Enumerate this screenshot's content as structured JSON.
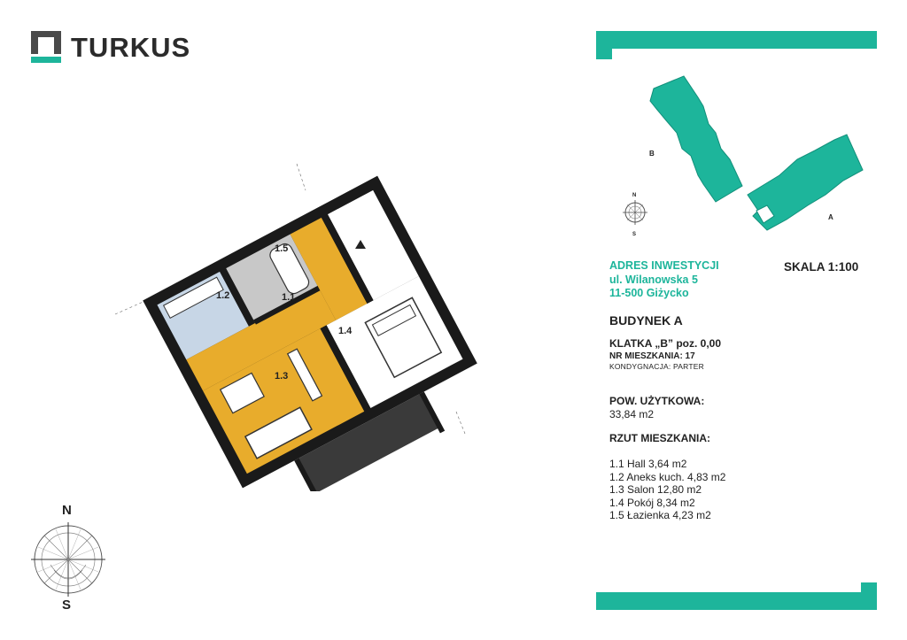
{
  "brand": {
    "name": "TURKUS"
  },
  "building_labels": {
    "b": "B",
    "a": "A"
  },
  "small_compass": {
    "n": "N",
    "s": "S"
  },
  "big_compass": {
    "n": "N",
    "s": "S"
  },
  "rooms": {
    "r11": "1.1",
    "r12": "1.2",
    "r13": "1.3",
    "r14": "1.4",
    "r15": "1.5"
  },
  "address": {
    "heading": "ADRES INWESTYCJI",
    "street": "ul. Wilanowska 5",
    "city": "11-500 Giżycko"
  },
  "scale": "SKALA 1:100",
  "building": "BUDYNEK A",
  "stairwell": "KLATKA „B” poz. 0,00",
  "apartment_no": "NR MIESZKANIA: 17",
  "floor": "KONDYGNACJA: PARTER",
  "usable_area": {
    "label": "POW. UŻYTKOWA:",
    "value": "33,84 m2"
  },
  "layout": {
    "heading": "RZUT MIESZKANIA:",
    "items": [
      "1.1 Hall 3,64 m2",
      "1.2 Aneks kuch. 4,83 m2",
      "1.3 Salon 12,80 m2",
      "1.4 Pokój 8,34 m2",
      "1.5 Łazienka 4,23  m2"
    ]
  },
  "colors": {
    "teal": "#1db59b",
    "salon": "#e8ac2c",
    "kitchen": "#c7d6e6",
    "bath": "#c8c8c8",
    "wall": "#1a1a1a",
    "balcony": "#3a3a3a"
  }
}
